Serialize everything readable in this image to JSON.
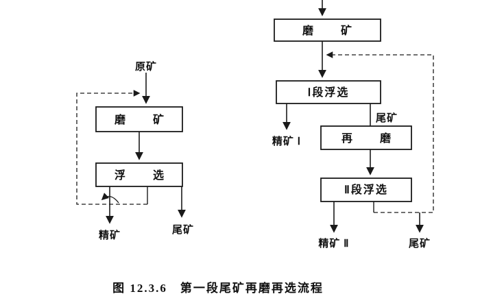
{
  "colors": {
    "ink": "#1a1a1a",
    "background": "#ffffff"
  },
  "diagram": {
    "left": {
      "feed_label": "原矿",
      "grind_box": "磨　矿",
      "flot_box": "浮　选",
      "concentrate_label": "精矿",
      "tailings_label": "尾矿"
    },
    "right": {
      "grind_box": "磨　矿",
      "stage1_box": "Ⅰ段浮选",
      "concentrate1_label": "精矿 Ⅰ",
      "tailings_mid_label": "尾矿",
      "regrind_box": "再　磨",
      "stage2_box": "Ⅱ段浮选",
      "concentrate2_label": "精矿 Ⅱ",
      "tailings_label": "尾矿"
    },
    "caption": "图 12.3.6　第一段尾矿再磨再选流程"
  }
}
